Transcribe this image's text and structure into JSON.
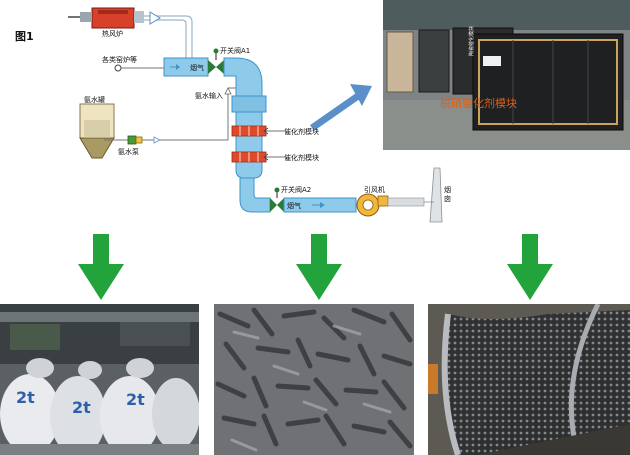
{
  "figure": {
    "label": "图1"
  },
  "diagram": {
    "labels": {
      "hot_air_furnace": "热风炉",
      "kilns": "各类窑炉等",
      "flue_gas_top": "烟气",
      "valve_a1": "开关阀A1",
      "ammonia_input": "氨水输入",
      "ammonia_tank": "氨水罐",
      "ammonia_pump": "氨水泵",
      "catalyst_module_1": "催化剂模块",
      "catalyst_module_2": "催化剂模块",
      "valve_a2": "开关阀A2",
      "flue_gas_bottom": "烟气",
      "induced_fan": "引风机",
      "chimney": "烟囱"
    },
    "colors": {
      "duct": "#8ecbea",
      "duct_dark": "#3f93c9",
      "catalyst": "#e04a2a",
      "arrow_green": "#22a33b",
      "arrow_blue": "#5b8fc9",
      "photo_label": "#d9601c"
    }
  },
  "photos": {
    "catalyst_module_photo": {
      "caption": "脱硝催化剂模块",
      "sign_text": "陶瓷催化模块"
    },
    "bags_photo": {
      "bag_text": "2t"
    },
    "pellets_photo": {},
    "mesh_photo": {}
  },
  "icons": [
    "green-down-arrow-icon",
    "blue-diagonal-arrow-icon",
    "valve-icon",
    "pump-icon",
    "fan-icon"
  ]
}
